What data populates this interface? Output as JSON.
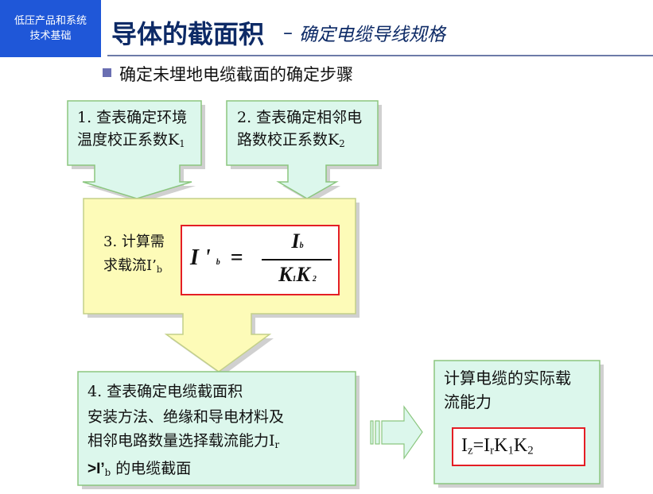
{
  "header": {
    "logo_line1": "低压产品和系统",
    "logo_line2": "技术基础",
    "title": "导体的截面积",
    "separator": "–",
    "subtitle": "确定电缆导线规格"
  },
  "subheading": "确定未埋地电缆截面的确定步骤",
  "step1": {
    "line1": "1. 查表确定环境",
    "line2": "温度校正系数K",
    "sub": "1"
  },
  "step2": {
    "line1": "2. 查表确定相邻电",
    "line2": "路数校正系数K",
    "sub": "2"
  },
  "step3": {
    "line1": "3. 计算需",
    "line2": "求载流I’",
    "sub": "b",
    "formula": {
      "lhs": "I ' ",
      "lhs_sub": "b",
      "eq": "=",
      "num": "I",
      "num_sub": "b",
      "den_k1": "K",
      "den_k1_sub": "1",
      "den_k2": "K",
      "den_k2_sub": "2"
    }
  },
  "step4": {
    "title": "4. 查表确定电缆截面积",
    "line1": "安装方法、绝缘和导电材料及",
    "line2": "相邻电路数量选择载流能力I",
    "line2_sub": "r",
    "line3_bold": ">I’",
    "line3_sub": "b",
    "line3_rest": " 的电缆截面"
  },
  "result": {
    "line1": "计算电缆的实际载",
    "line2": "流能力",
    "formula": {
      "a": "I",
      "a_sub": "z",
      "eq": "=I",
      "r_sub": "r",
      "k1": "K",
      "k1_sub": "1",
      "k2": "K",
      "k2_sub": "2"
    }
  },
  "colors": {
    "box_fill": "#dcf7ec",
    "box_stroke": "#8bc67f",
    "center_fill": "#fdfbb8",
    "center_stroke": "#c3d089",
    "formula_border": "#e41e25",
    "logo_bg": "#1f57d8"
  }
}
